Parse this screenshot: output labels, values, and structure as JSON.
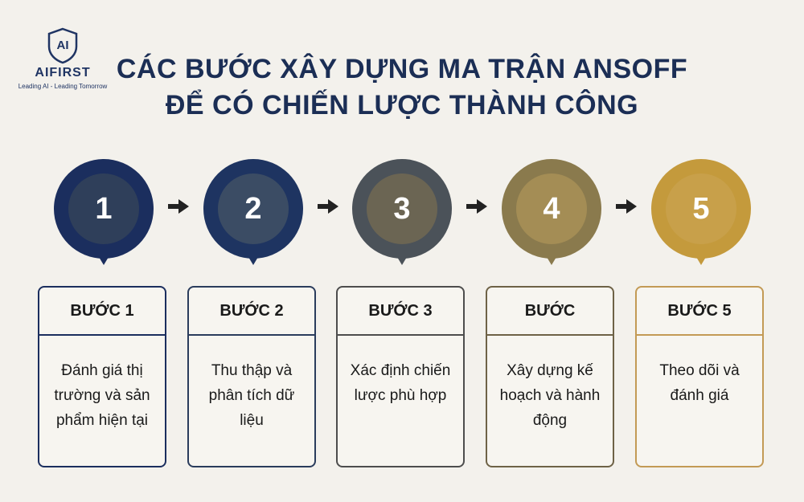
{
  "logo": {
    "mark": "AI",
    "name": "AIFIRST",
    "tagline": "Leading AI - Leading Tomorrow"
  },
  "title": {
    "line1": "CÁC BƯỚC XÂY DỰNG MA TRẬN ANSOFF",
    "line2": "ĐỂ CÓ CHIẾN LƯỢC THÀNH CÔNG"
  },
  "steps": [
    {
      "number": "1",
      "heading": "BƯỚC 1",
      "text": "Đánh giá thị trường và sản phẩm hiện tại",
      "outer_color": "#1b2e5e",
      "inner_color": "#2f3f5a",
      "border_color": "#1b2e5e"
    },
    {
      "number": "2",
      "heading": "BƯỚC 2",
      "text": "Thu thập và phân tích dữ liệu",
      "outer_color": "#1e3461",
      "inner_color": "#3b4c64",
      "border_color": "#2a3c5c"
    },
    {
      "number": "3",
      "heading": "BƯỚC 3",
      "text": "Xác định chiến lược phù hợp",
      "outer_color": "#4b5259",
      "inner_color": "#6b6553",
      "border_color": "#4d4d4d"
    },
    {
      "number": "4",
      "heading": "BƯỚC",
      "text": "Xây dựng kế hoạch và hành động",
      "outer_color": "#8a7a4d",
      "inner_color": "#a48d55",
      "border_color": "#6e6246"
    },
    {
      "number": "5",
      "heading": "BƯỚC 5",
      "text": "Theo dõi và đánh giá",
      "outer_color": "#c49a3c",
      "inner_color": "#c8a04a",
      "border_color": "#c39a55"
    }
  ],
  "colors": {
    "background": "#f3f1ec",
    "title": "#1b2e55",
    "arrow": "#222222"
  }
}
